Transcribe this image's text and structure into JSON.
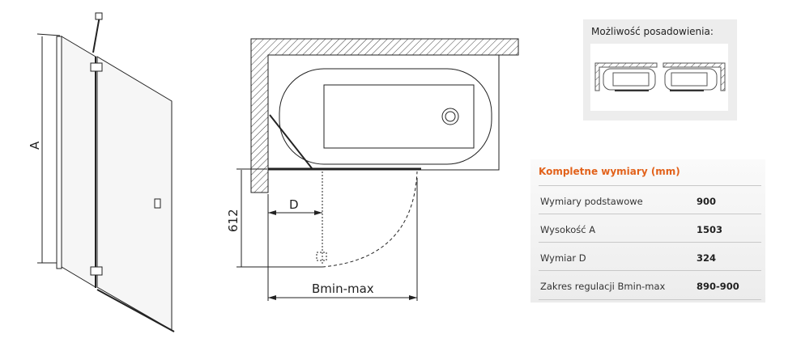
{
  "drawing": {
    "label_a": "A",
    "label_d": "D",
    "label_612": "612",
    "label_bminmax": "Bmin-max"
  },
  "installation": {
    "title": "Możliwość posadowienia:"
  },
  "dimensions": {
    "title": "Kompletne wymiary (mm)",
    "rows": [
      {
        "label": "Wymiary podstawowe",
        "value": "900"
      },
      {
        "label": "Wysokość A",
        "value": "1503"
      },
      {
        "label": "Wymiar D",
        "value": "324"
      },
      {
        "label": "Zakres regulacji Bmin-max",
        "value": "890-900"
      }
    ],
    "accent": "#e2621b"
  }
}
